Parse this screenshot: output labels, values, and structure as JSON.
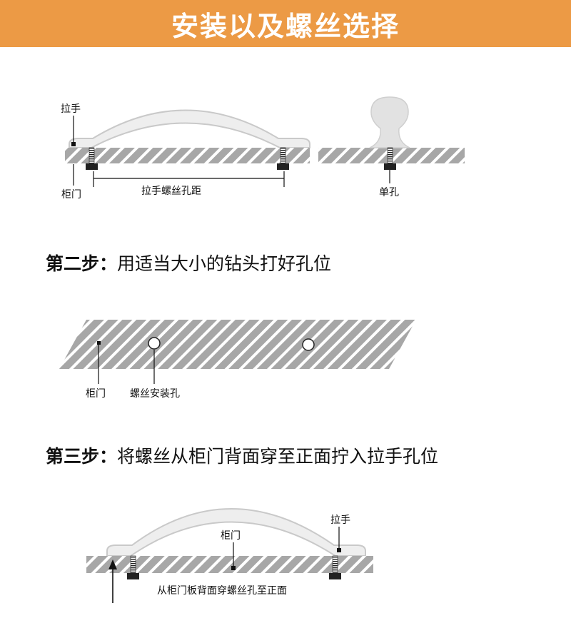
{
  "header": {
    "title": "安装以及螺丝选择"
  },
  "figure1": {
    "handle_label": "拉手",
    "door_label": "柜门",
    "spacing_label": "拉手螺丝孔距",
    "single_hole_label": "单孔"
  },
  "step2": {
    "number": "第二步：",
    "text": "用适当大小的钻头打好孔位",
    "door_label": "柜门",
    "hole_label": "螺丝安装孔"
  },
  "step3": {
    "number": "第三步：",
    "text": "将螺丝从柜门背面穿至正面拧入拉手孔位",
    "handle_label": "拉手",
    "door_label": "柜门",
    "bottom_label": "从柜门板背面穿螺丝孔至正面"
  },
  "colors": {
    "banner": "#ec9a45",
    "board": "#a7a7a7",
    "handle_fill": "#eeeeee",
    "handle_stroke": "#c9c9c9"
  }
}
